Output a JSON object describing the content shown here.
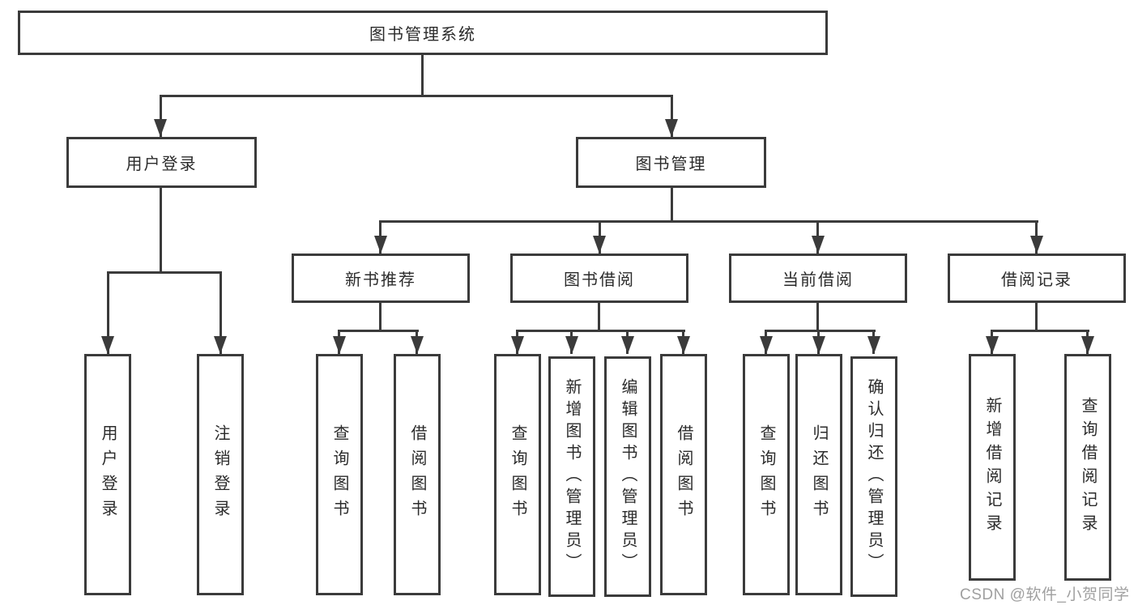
{
  "diagram": {
    "root": {
      "label": "图书管理系统"
    },
    "branches": [
      {
        "label": "用户登录",
        "children": [
          "用户登录",
          "注销登录"
        ]
      },
      {
        "label": "图书管理",
        "children": [
          {
            "label": "新书推荐",
            "children": [
              "查询图书",
              "借阅图书"
            ]
          },
          {
            "label": "图书借阅",
            "children": [
              "查询图书",
              "新增图书（管理员）",
              "编辑图书（管理员）",
              "借阅图书"
            ]
          },
          {
            "label": "当前借阅",
            "children": [
              "查询图书",
              "归还图书",
              "确认归还（管理员）"
            ]
          },
          {
            "label": "借阅记录",
            "children": [
              "新增借阅记录",
              "查询借阅记录"
            ]
          }
        ]
      }
    ]
  },
  "watermark": {
    "text": "CSDN @软件_小贺同学"
  },
  "colors": {
    "line": "#3b3b3b",
    "text": "#2b2b2b",
    "watermark": "#a0a0a0",
    "background": "#ffffff"
  }
}
